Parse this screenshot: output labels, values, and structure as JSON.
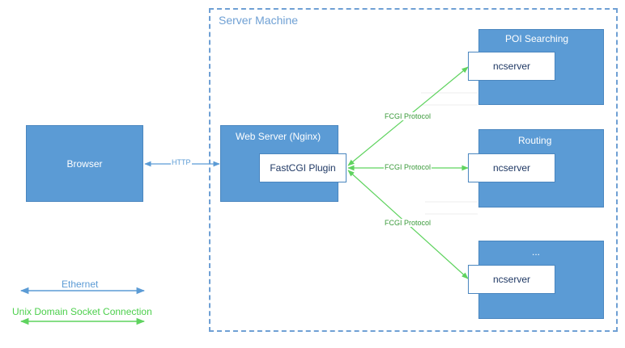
{
  "server": {
    "title": "Server Machine"
  },
  "browser": {
    "label": "Browser"
  },
  "web_server": {
    "title": "Web Server (Nginx)",
    "plugin": "FastCGI Plugin"
  },
  "services": [
    {
      "title": "POI Searching",
      "inner": "ncserver"
    },
    {
      "title": "Routing",
      "inner": "ncserver"
    },
    {
      "title": "...",
      "inner": "ncserver"
    }
  ],
  "edges": {
    "http": "HTTP",
    "fcgi_1": "FCGI Protocol",
    "fcgi_2": "FCGI Protocol",
    "fcgi_3": "FCGI Protocol"
  },
  "legend": {
    "ethernet": "Ethernet",
    "unix": "Unix Domain Socket Connection"
  },
  "colors": {
    "box_fill": "#5b9bd5",
    "frame": "#6fa0d4",
    "ethernet": "#5b9bd5",
    "unix": "#5fd35f",
    "fcgi_text": "#3a9a3a"
  }
}
